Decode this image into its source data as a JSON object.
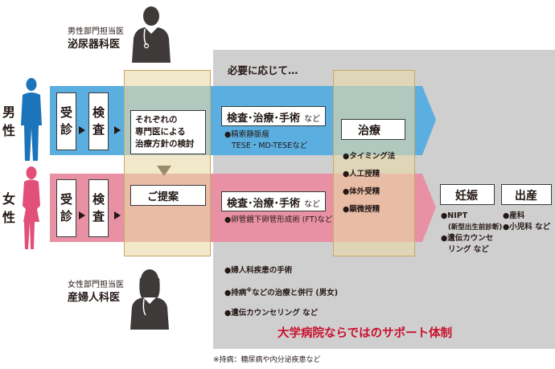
{
  "doctors": {
    "male_role": "男性部門担当医",
    "male_specialty": "泌尿器科医",
    "female_role": "女性部門担当医",
    "female_specialty": "産婦人科医"
  },
  "as_needed": "必要に応じて…",
  "genders": {
    "male": [
      "男",
      "性"
    ],
    "female": [
      "女",
      "性"
    ]
  },
  "steps": {
    "reception": [
      "受",
      "診"
    ],
    "exam": [
      "検",
      "査"
    ],
    "consult": [
      "それぞれの",
      "専門医による",
      "治療方針の検討"
    ],
    "proposal": "ご提案"
  },
  "male_tests": {
    "title": "検査･治療･手術",
    "suffix": "など",
    "items": [
      "●精索静脈瘤",
      "TESE・MD-TESEなど"
    ]
  },
  "female_tests": {
    "title": "検査･治療･手術",
    "suffix": "など",
    "items": [
      "●卵管鏡下卵管形成術 (FT)など"
    ]
  },
  "treatment": {
    "title": "治療",
    "items": [
      "●タイミング法",
      "●人工授精",
      "●体外受精",
      "●顕微授精"
    ]
  },
  "pregnancy": {
    "title": "妊娠",
    "items": [
      "●NIPT",
      "(新型出生前診断)",
      "●遺伝カウンセ",
      "リング など"
    ]
  },
  "birth": {
    "title": "出産",
    "items": [
      "●産科",
      "●小児科 など"
    ]
  },
  "other_items": [
    "●婦人科疾患の手術",
    "●持病",
    "※",
    "などの治療と併行 (男女)",
    "●遺伝カウンセリング など"
  ],
  "support": "大学病院ならではのサポート体制",
  "footnote": "※持病：糖尿病や内分泌疾患など",
  "colors": {
    "blue": "#5aaee0",
    "pink": "#e891a5",
    "gray": "#d0cfcf",
    "tan": "#e9d9a6",
    "accent": "#c8102e"
  }
}
